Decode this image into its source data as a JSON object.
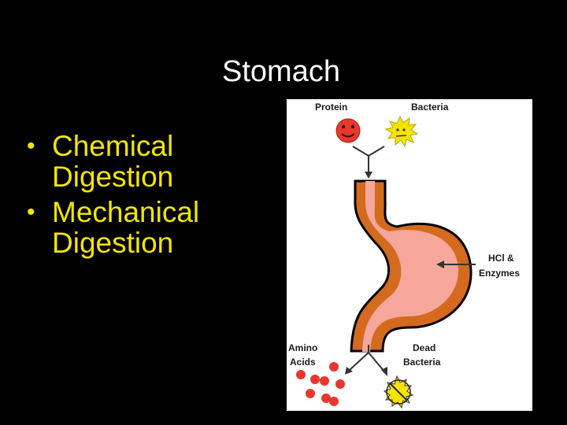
{
  "slide": {
    "title": "Stomach",
    "bullets": [
      {
        "line1": "Chemical",
        "line2": "Digestion"
      },
      {
        "line1": "Mechanical",
        "line2": "Digestion"
      }
    ],
    "bullet_glyph": "•"
  },
  "diagram": {
    "labels": {
      "protein": "Protein",
      "bacteria": "Bacteria",
      "hcl_line1": "HCl &",
      "hcl_line2": "Enzymes",
      "amino_line1": "Amino",
      "amino_line2": "Acids",
      "dead_line1": "Dead",
      "dead_line2": "Bacteria"
    },
    "icons": [
      "smiley-protein-icon",
      "spiky-bacteria-icon",
      "amino-acid-dot-icon",
      "dead-bacteria-icon"
    ],
    "colors": {
      "background": "#000000",
      "title": "#ffffff",
      "bullet_text": "#f2e600",
      "stomach_outer": "#d46a1e",
      "stomach_inner": "#f4a79a",
      "protein": "#e8372c",
      "bacteria": "#f5e400"
    }
  }
}
